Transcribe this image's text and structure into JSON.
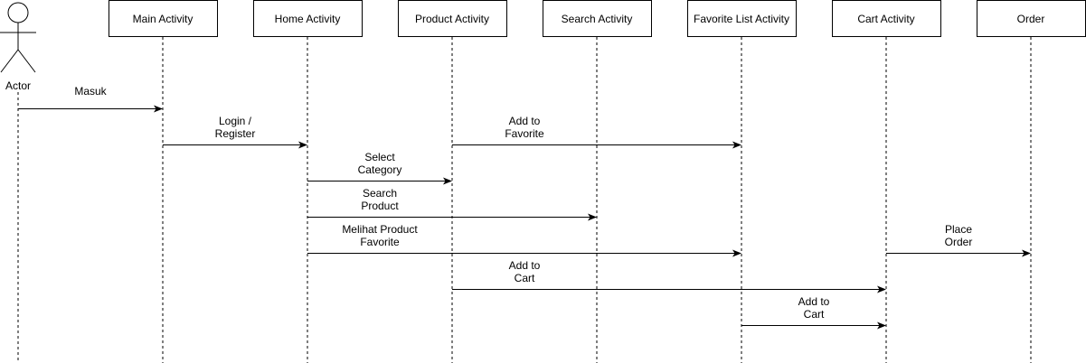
{
  "actor": {
    "label": "Actor"
  },
  "participants": [
    {
      "id": "main",
      "label": "Main Activity"
    },
    {
      "id": "home",
      "label": "Home Activity"
    },
    {
      "id": "product",
      "label": "Product Activity"
    },
    {
      "id": "search",
      "label": "Search Activity"
    },
    {
      "id": "favorite",
      "label": "Favorite List Activity"
    },
    {
      "id": "cart",
      "label": "Cart Activity"
    },
    {
      "id": "order",
      "label": "Order"
    }
  ],
  "messages": [
    {
      "from": "actor",
      "to": "main",
      "lines": [
        "Masuk"
      ]
    },
    {
      "from": "main",
      "to": "home",
      "lines": [
        "Login /",
        "Register"
      ]
    },
    {
      "from": "product",
      "to": "favorite",
      "lines": [
        "Add to",
        "Favorite"
      ]
    },
    {
      "from": "home",
      "to": "product",
      "lines": [
        "Select",
        "Category"
      ]
    },
    {
      "from": "home",
      "to": "search",
      "lines": [
        "Search",
        "Product"
      ]
    },
    {
      "from": "home",
      "to": "favorite",
      "lines": [
        "Melihat Product",
        "Favorite"
      ]
    },
    {
      "from": "cart",
      "to": "order",
      "lines": [
        "Place",
        "Order"
      ]
    },
    {
      "from": "product",
      "to": "cart",
      "lines": [
        "Add to",
        "Cart"
      ]
    },
    {
      "from": "favorite",
      "to": "cart",
      "lines": [
        "Add to",
        "Cart"
      ]
    }
  ],
  "colors": {
    "line": "#000000",
    "box_fill": "#ffffff",
    "text": "#000000"
  }
}
